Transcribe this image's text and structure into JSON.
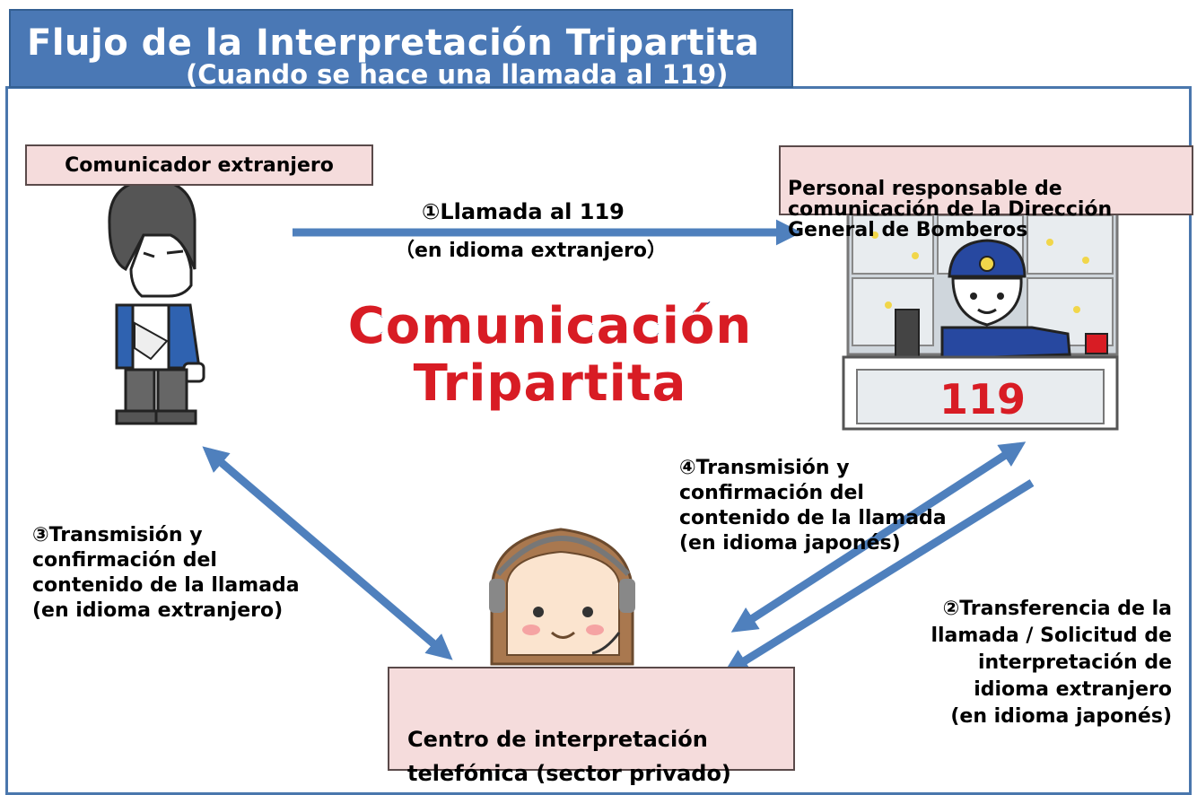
{
  "title": {
    "main": "Flujo de la Interpretación Tripartita",
    "sub": "(Cuando se hace una llamada al 119)"
  },
  "center_title": "Comunicación\nTripartita",
  "boxes": {
    "foreigner": "Comunicador extranjero",
    "fire_staff": "Personal responsable de\ncomunicación de la Dirección\nGeneral de Bomberos",
    "center": "Centro de interpretación\ntelefónica (sector privado)"
  },
  "steps": {
    "step1_title": "①Llamada al 119",
    "step1_sub": "（en idioma extranjero）",
    "step2": "②Transferencia de la\nllamada / Solicitud de\ninterpretación de\nidioma extranjero\n(en idioma japonés)",
    "step3": "③Transmisión y\nconfirmación del\ncontenido de la llamada\n(en idioma extranjero)",
    "step4": "④Transmisión y\nconfirmación del\ncontenido de la llamada\n(en idioma japonés)"
  },
  "desk_number": "119",
  "colors": {
    "accent": "#4a78b5",
    "arrow": "#4f80bd",
    "pink_box": "#f5dcdc",
    "center_title": "#d81c24"
  }
}
